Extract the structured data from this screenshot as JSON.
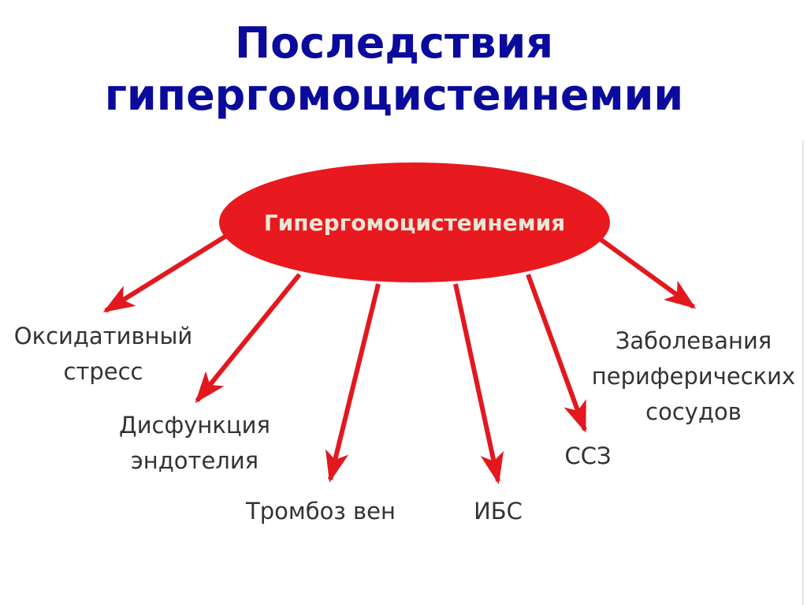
{
  "title": {
    "line1": "Последствия",
    "line2": "гипергомоцистеинемии"
  },
  "center": {
    "label": "Гипергомоцистеинемия",
    "fill_color": "#e8191f",
    "text_color": "#ece6d6"
  },
  "arrow_color": "#e2181e",
  "outcomes": [
    {
      "id": "oxidative-stress",
      "line1": "Оксидативный",
      "line2": "стресс"
    },
    {
      "id": "endothelial-dysfunction",
      "line1": "Дисфункция",
      "line2": "эндотелия"
    },
    {
      "id": "vein-thrombosis",
      "line1": "Тромбоз вен"
    },
    {
      "id": "ihd",
      "line1": "ИБС"
    },
    {
      "id": "cvd",
      "line1": "ССЗ"
    },
    {
      "id": "peripheral-vascular-disease",
      "line1": "Заболевания",
      "line2": "периферических",
      "line3": "сосудов"
    }
  ]
}
